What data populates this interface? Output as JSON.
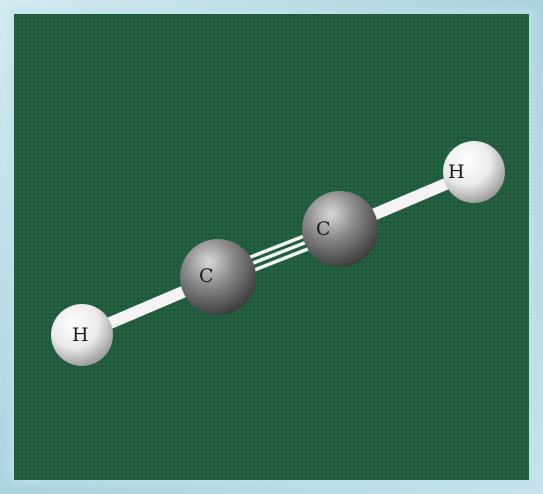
{
  "molecule": {
    "atoms": [
      {
        "id": "h1",
        "element": "H",
        "label": "H"
      },
      {
        "id": "c1",
        "element": "C",
        "label": "C"
      },
      {
        "id": "c2",
        "element": "C",
        "label": "C"
      },
      {
        "id": "h2",
        "element": "H",
        "label": "H"
      }
    ],
    "bonds": [
      {
        "from": "h1",
        "to": "c1",
        "order": 1
      },
      {
        "from": "c1",
        "to": "c2",
        "order": 3
      },
      {
        "from": "c2",
        "to": "h2",
        "order": 1
      }
    ]
  },
  "colors": {
    "background": "#1f5a3c",
    "frame": "#bcdde6",
    "hydrogen": "#f2f2f2",
    "carbon": "#7a7a7a",
    "bond": "#f4f4f4"
  }
}
